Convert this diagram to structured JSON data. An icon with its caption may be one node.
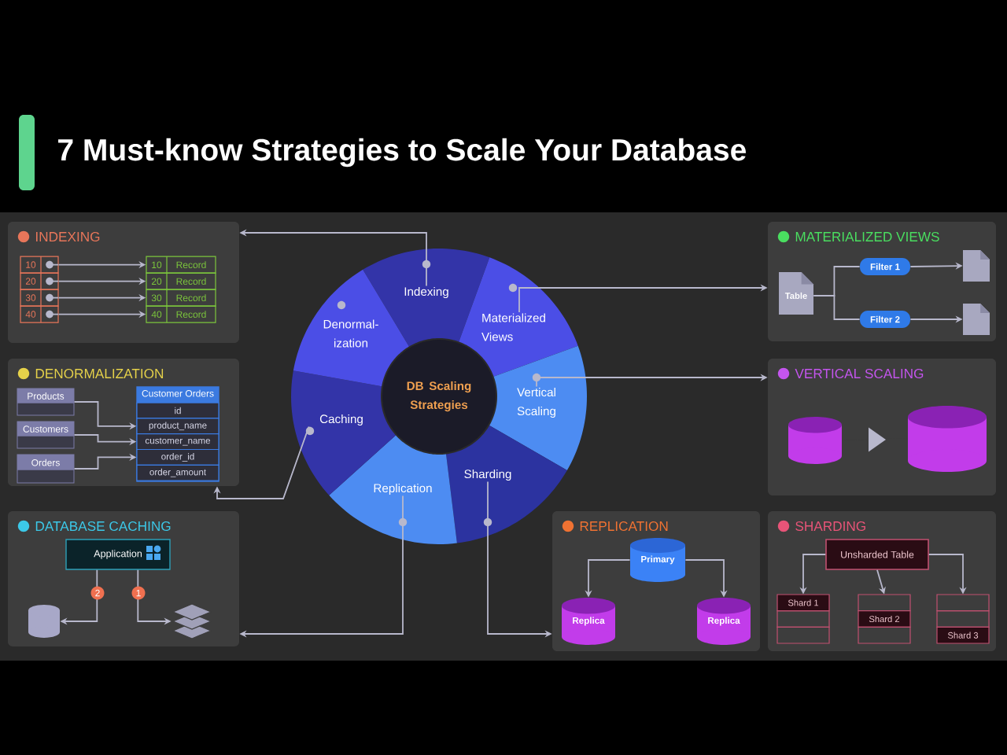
{
  "diagram": {
    "title": "7 Must-know Strategies to Scale Your Database",
    "nodes": [
      {
        "text": [
          "INDEXING"
        ]
      },
      {
        "text": [
          "10"
        ],
        "in": 0
      },
      {
        "text": [
          "20"
        ],
        "in": 0
      },
      {
        "text": [
          "30"
        ],
        "in": 0
      },
      {
        "text": [
          "40"
        ],
        "in": 0
      },
      {
        "text": [
          "10",
          "Record"
        ],
        "in": 0
      },
      {
        "text": [
          "20",
          "Record"
        ],
        "in": 0
      },
      {
        "text": [
          "30",
          "Record"
        ],
        "in": 0
      },
      {
        "text": [
          "40",
          "Record"
        ],
        "in": 0
      },
      {
        "text": [
          "DENORMALIZATION"
        ]
      },
      {
        "text": [
          "Products"
        ],
        "in": 9
      },
      {
        "text": [
          "Customers"
        ],
        "in": 9
      },
      {
        "text": [
          "Orders"
        ],
        "in": 9
      },
      {
        "text": [
          "Customer Orders"
        ],
        "in": 9
      },
      {
        "text": [
          "id"
        ],
        "in": 13
      },
      {
        "text": [
          "product_name"
        ],
        "in": 13
      },
      {
        "text": [
          "customer_name"
        ],
        "in": 13
      },
      {
        "text": [
          "order_id"
        ],
        "in": 13
      },
      {
        "text": [
          "order_amount"
        ],
        "in": 13
      },
      {
        "text": [
          "DATABASE CACHING"
        ]
      },
      {
        "text": [
          "Application"
        ],
        "in": 19
      },
      {
        "text": [],
        "shape": "cylinder",
        "in": 19
      },
      {
        "text": [],
        "shape": "stack",
        "in": 19
      },
      {
        "text": [
          "DB Scaling Strategies"
        ]
      },
      {
        "text": [
          "Indexing"
        ]
      },
      {
        "text": [
          "Materialized Views"
        ]
      },
      {
        "text": [
          "Vertical Scaling"
        ]
      },
      {
        "text": [
          "Sharding"
        ]
      },
      {
        "text": [
          "Replication"
        ]
      },
      {
        "text": [
          "Caching"
        ]
      },
      {
        "text": [
          "Denormal- ization"
        ]
      },
      {
        "text": [
          "MATERIALIZED VIEWS"
        ]
      },
      {
        "text": [
          "Table"
        ],
        "in": 31
      },
      {
        "text": [
          "Filter 1"
        ],
        "in": 31
      },
      {
        "text": [
          "Filter 2"
        ],
        "in": 31
      },
      {
        "text": [],
        "shape": "document",
        "in": 31
      },
      {
        "text": [],
        "shape": "document",
        "in": 31
      },
      {
        "text": [
          "VERTICAL SCALING"
        ]
      },
      {
        "text": [],
        "shape": "cylinder",
        "in": 37
      },
      {
        "text": [],
        "shape": "cylinder",
        "in": 37
      },
      {
        "text": [
          "REPLICATION"
        ]
      },
      {
        "text": [
          "Primary"
        ],
        "in": 40
      },
      {
        "text": [
          "Replica"
        ],
        "in": 40
      },
      {
        "text": [
          "Replica"
        ],
        "in": 40
      },
      {
        "text": [
          "SHARDING"
        ]
      },
      {
        "text": [
          "Unsharded Table"
        ],
        "in": 44
      },
      {
        "text": [
          "Shard 1"
        ],
        "in": 44
      },
      {
        "text": [
          "Shard 2"
        ],
        "in": 44
      },
      {
        "text": [
          "Shard 3"
        ],
        "in": 44
      }
    ],
    "edges": [
      {
        "from": 24,
        "to": 0,
        "arrow": "to"
      },
      {
        "from": 25,
        "to": 31,
        "arrow": "to"
      },
      {
        "from": 26,
        "to": 37,
        "arrow": "to"
      },
      {
        "from": 29,
        "to": 9,
        "arrow": "to"
      },
      {
        "from": 28,
        "to": 19,
        "arrow": "to"
      },
      {
        "from": 27,
        "to": 40,
        "arrow": "to"
      },
      {
        "from": 1,
        "to": 5,
        "arrow": "to"
      },
      {
        "from": 2,
        "to": 6,
        "arrow": "to"
      },
      {
        "from": 3,
        "to": 7,
        "arrow": "to"
      },
      {
        "from": 4,
        "to": 8,
        "arrow": "to"
      },
      {
        "from": 10,
        "to": 15,
        "arrow": "to"
      },
      {
        "from": 11,
        "to": 16,
        "arrow": "to"
      },
      {
        "from": 12,
        "to": 17,
        "arrow": "to"
      },
      {
        "from": 20,
        "to": 21,
        "arrow": "to",
        "label": "2"
      },
      {
        "from": 20,
        "to": 22,
        "arrow": "to",
        "label": "1"
      },
      {
        "from": 32,
        "to": 33,
        "arrow": "none"
      },
      {
        "from": 32,
        "to": 34,
        "arrow": "none"
      },
      {
        "from": 33,
        "to": 35,
        "arrow": "to"
      },
      {
        "from": 34,
        "to": 36,
        "arrow": "to"
      },
      {
        "from": 38,
        "to": 39,
        "arrow": "to"
      },
      {
        "from": 41,
        "to": 42,
        "arrow": "to"
      },
      {
        "from": 41,
        "to": 43,
        "arrow": "to"
      },
      {
        "from": 45,
        "to": 46,
        "arrow": "to"
      },
      {
        "from": 45,
        "to": 47,
        "arrow": "to"
      },
      {
        "from": 45,
        "to": 48,
        "arrow": "to"
      }
    ]
  }
}
